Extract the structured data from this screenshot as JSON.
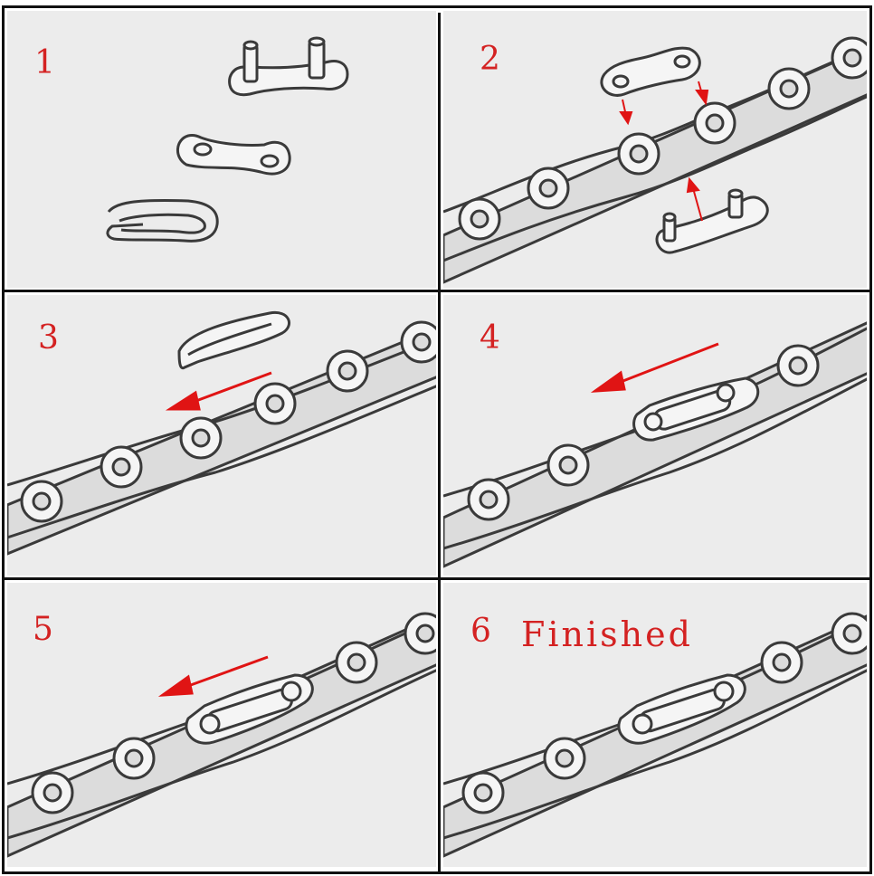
{
  "steps": [
    {
      "number": "1"
    },
    {
      "number": "2"
    },
    {
      "number": "3"
    },
    {
      "number": "4"
    },
    {
      "number": "5"
    },
    {
      "number": "6",
      "caption": "Finished"
    }
  ],
  "colors": {
    "panel_bg": "#ececec",
    "line": "#3a3a3a",
    "arrow": "#e01414",
    "number_text": "#d42222",
    "frame": "#111111"
  },
  "icons": [
    "chain-link-icon",
    "connector-pin-plate-icon",
    "connector-side-plate-icon",
    "retaining-clip-icon",
    "arrow-icon"
  ]
}
